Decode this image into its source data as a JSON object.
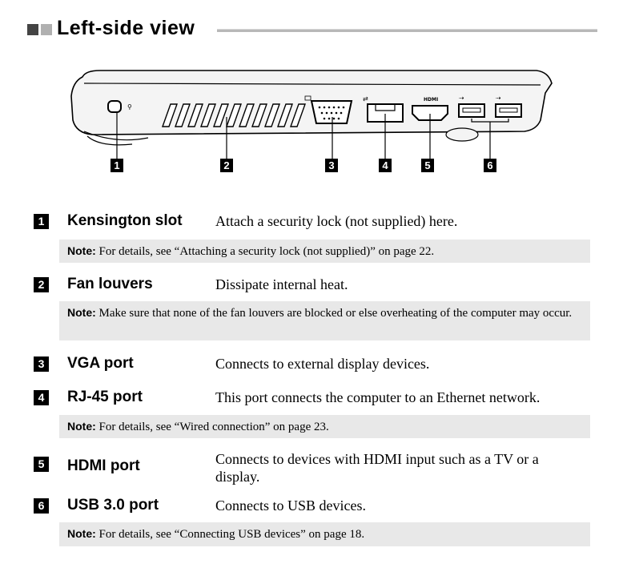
{
  "heading": {
    "title": "Left-side view"
  },
  "callouts": [
    "1",
    "2",
    "3",
    "4",
    "5",
    "6"
  ],
  "port_icons": {
    "hdmi_label": "HDMI"
  },
  "items": [
    {
      "num": "1",
      "name": "Kensington slot",
      "desc": "Attach a security lock (not supplied) here."
    },
    {
      "num": "2",
      "name": "Fan louvers",
      "desc": "Dissipate internal heat."
    },
    {
      "num": "3",
      "name": "VGA port",
      "desc": "Connects to external display devices."
    },
    {
      "num": "4",
      "name": "RJ-45 port",
      "desc": "This port connects the computer to an Ethernet network."
    },
    {
      "num": "5",
      "name": "HDMI port",
      "desc": "Connects to devices with HDMI input such as a TV or a display."
    },
    {
      "num": "6",
      "name": "USB 3.0 port",
      "desc": "Connects to USB devices."
    }
  ],
  "notes": [
    {
      "label": "Note:",
      "text": "For details, see “Attaching a security lock (not supplied)” on page 22."
    },
    {
      "label": "Note:",
      "text": "Make sure that none of the fan louvers are blocked or else overheating of the computer may occur."
    },
    {
      "label": "Note:",
      "text": "For details, see “Wired connection” on page 23."
    },
    {
      "label": "Note:",
      "text": "For details, see “Connecting USB devices” on page 18."
    }
  ]
}
